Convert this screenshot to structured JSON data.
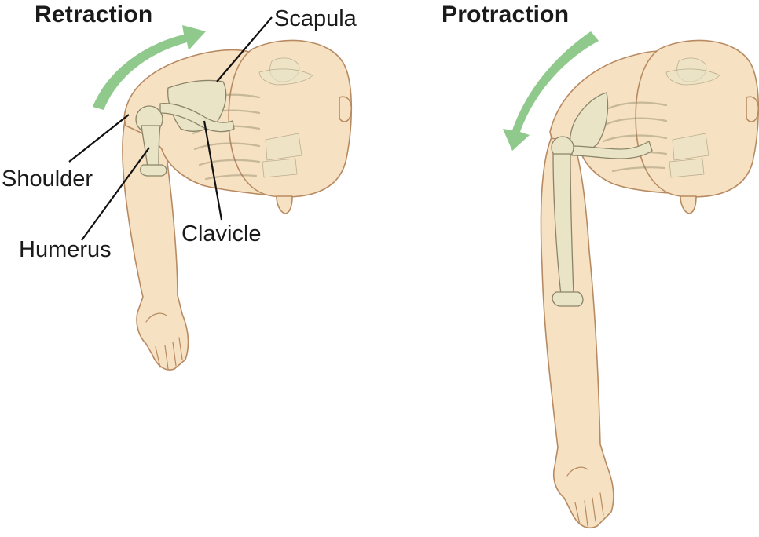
{
  "panels": {
    "retraction": {
      "title": "Retraction",
      "labels": {
        "scapula": "Scapula",
        "shoulder": "Shoulder",
        "humerus": "Humerus",
        "clavicle": "Clavicle"
      }
    },
    "protraction": {
      "title": "Protraction"
    }
  },
  "colors": {
    "skin": "#f6e2c2",
    "skin_outline": "#b88a62",
    "bone": "#e9e4c6",
    "bone_outline": "#8c8468",
    "arrow": "#8fc98b",
    "leader_line": "#111111"
  }
}
